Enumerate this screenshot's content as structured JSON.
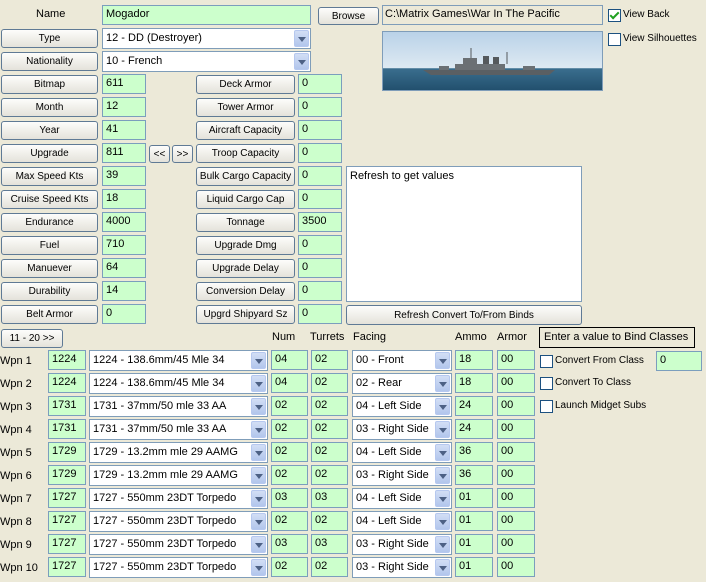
{
  "header": {
    "name_label": "Name",
    "name_value": "Mogador",
    "browse_label": "Browse",
    "path_value": "C:\\Matrix Games\\War In The Pacific",
    "view_back_label": "View Back",
    "view_back_checked": true,
    "view_silhouettes_label": "View Silhouettes",
    "view_silhouettes_checked": false
  },
  "type": {
    "label": "Type",
    "value": "12 - DD (Destroyer)"
  },
  "nationality": {
    "label": "Nationality",
    "value": "10 - French"
  },
  "left_fields": [
    {
      "label": "Bitmap",
      "value": "611"
    },
    {
      "label": "Month",
      "value": "12"
    },
    {
      "label": "Year",
      "value": "41"
    },
    {
      "label": "Upgrade",
      "value": "811"
    },
    {
      "label": "Max Speed Kts",
      "value": "39"
    },
    {
      "label": "Cruise Speed Kts",
      "value": "18"
    },
    {
      "label": "Endurance",
      "value": "4000"
    },
    {
      "label": "Fuel",
      "value": "710"
    },
    {
      "label": "Manuever",
      "value": "64"
    },
    {
      "label": "Durability",
      "value": "14"
    },
    {
      "label": "Belt Armor",
      "value": "0"
    }
  ],
  "upgrade_nav": {
    "prev_label": "<<",
    "next_label": ">>"
  },
  "right_fields": [
    {
      "label": "Deck Armor",
      "value": "0"
    },
    {
      "label": "Tower Armor",
      "value": "0"
    },
    {
      "label": "Aircraft Capacity",
      "value": "0"
    },
    {
      "label": "Troop Capacity",
      "value": "0"
    },
    {
      "label": "Bulk Cargo Capacity",
      "value": "0"
    },
    {
      "label": "Liquid Cargo Cap",
      "value": "0"
    },
    {
      "label": "Tonnage",
      "value": "3500"
    },
    {
      "label": "Upgrade Dmg",
      "value": "0"
    },
    {
      "label": "Upgrade Delay",
      "value": "0"
    },
    {
      "label": "Conversion Delay",
      "value": "0"
    },
    {
      "label": "Upgrd Shipyard Sz",
      "value": "0"
    }
  ],
  "info_box": {
    "text": "Refresh to get values"
  },
  "refresh_button": {
    "label": "Refresh Convert To/From Binds"
  },
  "page_button": {
    "label": "11 - 20 >>"
  },
  "weapon_headers": {
    "num": "Num",
    "turrets": "Turrets",
    "facing": "Facing",
    "ammo": "Ammo",
    "armor": "Armor"
  },
  "weapons": [
    {
      "label": "Wpn 1",
      "id": "1224",
      "device": "1224 - 138.6mm/45 Mle 34",
      "num": "04",
      "turrets": "02",
      "facing": "00 - Front",
      "ammo": "18",
      "armor": "00"
    },
    {
      "label": "Wpn 2",
      "id": "1224",
      "device": "1224 - 138.6mm/45 Mle 34",
      "num": "04",
      "turrets": "02",
      "facing": "02 - Rear",
      "ammo": "18",
      "armor": "00"
    },
    {
      "label": "Wpn 3",
      "id": "1731",
      "device": "1731 - 37mm/50 mle 33 AA",
      "num": "02",
      "turrets": "02",
      "facing": "04 - Left Side",
      "ammo": "24",
      "armor": "00"
    },
    {
      "label": "Wpn 4",
      "id": "1731",
      "device": "1731 - 37mm/50 mle 33 AA",
      "num": "02",
      "turrets": "02",
      "facing": "03 - Right Side",
      "ammo": "24",
      "armor": "00"
    },
    {
      "label": "Wpn 5",
      "id": "1729",
      "device": "1729 - 13.2mm mle 29 AAMG",
      "num": "02",
      "turrets": "02",
      "facing": "04 - Left Side",
      "ammo": "36",
      "armor": "00"
    },
    {
      "label": "Wpn 6",
      "id": "1729",
      "device": "1729 - 13.2mm mle 29 AAMG",
      "num": "02",
      "turrets": "02",
      "facing": "03 - Right Side",
      "ammo": "36",
      "armor": "00"
    },
    {
      "label": "Wpn 7",
      "id": "1727",
      "device": "1727 - 550mm 23DT Torpedo",
      "num": "03",
      "turrets": "03",
      "facing": "04 - Left Side",
      "ammo": "01",
      "armor": "00"
    },
    {
      "label": "Wpn 8",
      "id": "1727",
      "device": "1727 - 550mm 23DT Torpedo",
      "num": "02",
      "turrets": "02",
      "facing": "04 - Left Side",
      "ammo": "01",
      "armor": "00"
    },
    {
      "label": "Wpn 9",
      "id": "1727",
      "device": "1727 - 550mm 23DT Torpedo",
      "num": "03",
      "turrets": "03",
      "facing": "03 - Right Side",
      "ammo": "01",
      "armor": "00"
    },
    {
      "label": "Wpn 10",
      "id": "1727",
      "device": "1727 - 550mm 23DT Torpedo",
      "num": "02",
      "turrets": "02",
      "facing": "03 - Right Side",
      "ammo": "01",
      "armor": "00"
    }
  ],
  "bind": {
    "prompt": "Enter a value to Bind Classes",
    "convert_from_label": "Convert From Class",
    "convert_from_value": "0",
    "convert_to_label": "Convert To Class",
    "launch_midget_label": "Launch Midget Subs"
  }
}
